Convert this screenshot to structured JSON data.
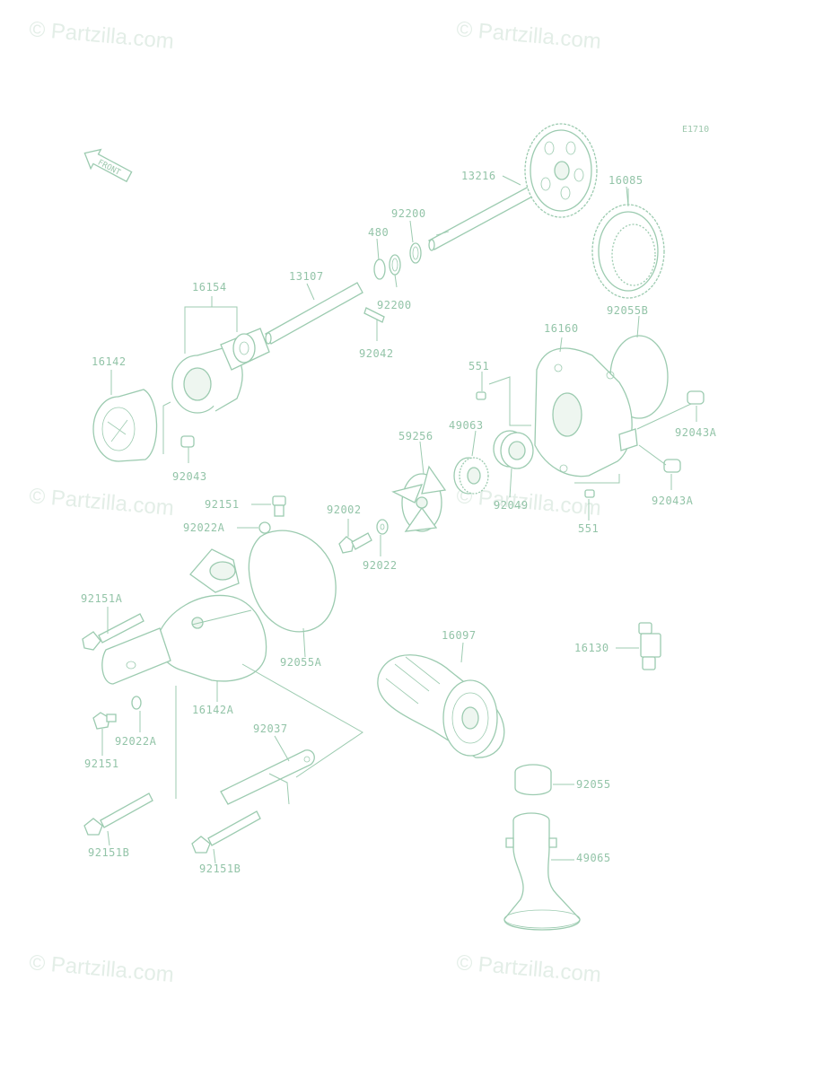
{
  "diagram_code": "E1710",
  "front_arrow_label": "FRONT",
  "watermark": "© Partzilla.com",
  "parts": {
    "p13216": "13216",
    "p16085": "16085",
    "p92200a": "92200",
    "p480": "480",
    "p92200b": "92200",
    "p13107": "13107",
    "p16154": "16154",
    "p92042": "92042",
    "p16142": "16142",
    "p92043": "92043",
    "p92055B": "92055B",
    "p16160": "16160",
    "p551a": "551",
    "p49063": "49063",
    "p59256": "59256",
    "p92043A1": "92043A",
    "p92043A2": "92043A",
    "p92049": "92049",
    "p551b": "551",
    "p92151a": "92151",
    "p92022A1": "92022A",
    "p92002": "92002",
    "p92022": "92022",
    "p92151A": "92151A",
    "p92055A": "92055A",
    "p16097": "16097",
    "p16130": "16130",
    "p16142A": "16142A",
    "p92022A2": "92022A",
    "p92151b": "92151",
    "p92037": "92037",
    "p92055": "92055",
    "p92151B1": "92151B",
    "p92151B2": "92151B",
    "p49065": "49065"
  }
}
